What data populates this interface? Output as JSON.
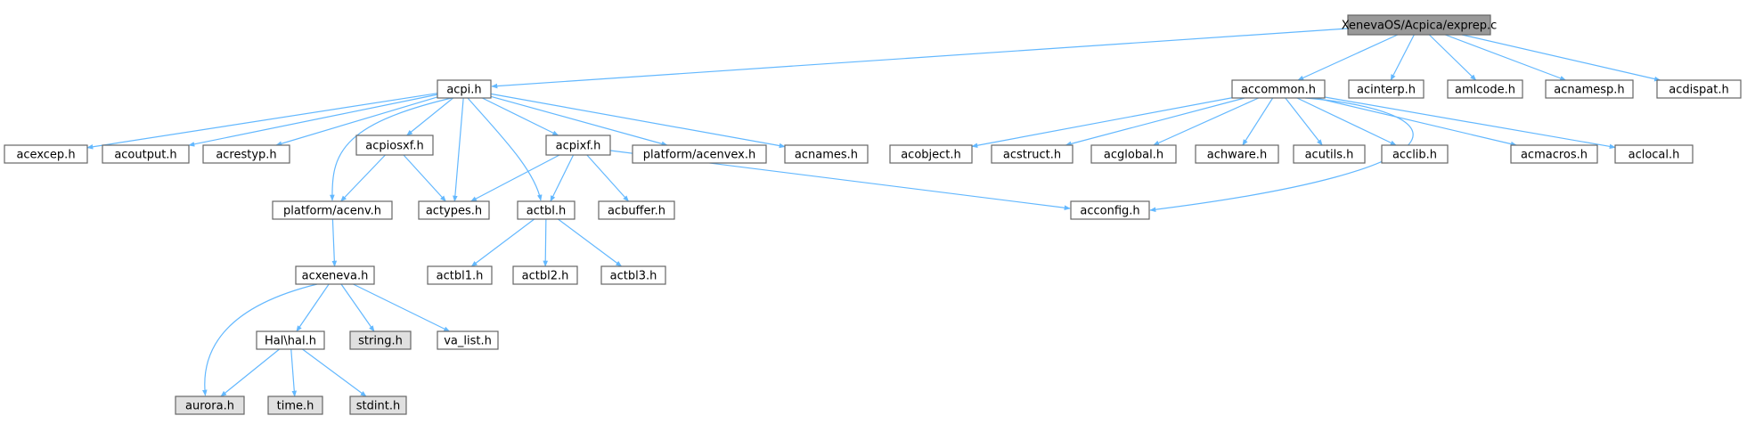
{
  "colors": {
    "edge": "#63b8ff",
    "node_border": "#666666",
    "node_fill": "#ffffff",
    "root_fill": "#999999",
    "system_fill": "#e0e0e0"
  },
  "nodes": [
    {
      "id": "root",
      "label": "XenevaOS/Acpica/exprep.c",
      "kind": "root"
    },
    {
      "id": "acpi",
      "label": "acpi.h",
      "kind": "file"
    },
    {
      "id": "accommon",
      "label": "accommon.h",
      "kind": "file"
    },
    {
      "id": "acinterp",
      "label": "acinterp.h",
      "kind": "file"
    },
    {
      "id": "amlcode",
      "label": "amlcode.h",
      "kind": "file"
    },
    {
      "id": "acnamesp",
      "label": "acnamesp.h",
      "kind": "file"
    },
    {
      "id": "acdispat",
      "label": "acdispat.h",
      "kind": "file"
    },
    {
      "id": "acexcep",
      "label": "acexcep.h",
      "kind": "file"
    },
    {
      "id": "acoutput",
      "label": "acoutput.h",
      "kind": "file"
    },
    {
      "id": "acrestyp",
      "label": "acrestyp.h",
      "kind": "file"
    },
    {
      "id": "acpiosxf",
      "label": "acpiosxf.h",
      "kind": "file"
    },
    {
      "id": "acpixf",
      "label": "acpixf.h",
      "kind": "file"
    },
    {
      "id": "acenvex",
      "label": "platform/acenvex.h",
      "kind": "file"
    },
    {
      "id": "acnames",
      "label": "acnames.h",
      "kind": "file"
    },
    {
      "id": "acobject",
      "label": "acobject.h",
      "kind": "file"
    },
    {
      "id": "acstruct",
      "label": "acstruct.h",
      "kind": "file"
    },
    {
      "id": "acglobal",
      "label": "acglobal.h",
      "kind": "file"
    },
    {
      "id": "achware",
      "label": "achware.h",
      "kind": "file"
    },
    {
      "id": "acutils",
      "label": "acutils.h",
      "kind": "file"
    },
    {
      "id": "acclib",
      "label": "acclib.h",
      "kind": "file"
    },
    {
      "id": "acmacros",
      "label": "acmacros.h",
      "kind": "file"
    },
    {
      "id": "aclocal",
      "label": "aclocal.h",
      "kind": "file"
    },
    {
      "id": "acenv",
      "label": "platform/acenv.h",
      "kind": "file"
    },
    {
      "id": "actypes",
      "label": "actypes.h",
      "kind": "file"
    },
    {
      "id": "actbl",
      "label": "actbl.h",
      "kind": "file"
    },
    {
      "id": "acbuffer",
      "label": "acbuffer.h",
      "kind": "file"
    },
    {
      "id": "acconfig",
      "label": "acconfig.h",
      "kind": "file"
    },
    {
      "id": "acxeneva",
      "label": "acxeneva.h",
      "kind": "file"
    },
    {
      "id": "actbl1",
      "label": "actbl1.h",
      "kind": "file"
    },
    {
      "id": "actbl2",
      "label": "actbl2.h",
      "kind": "file"
    },
    {
      "id": "actbl3",
      "label": "actbl3.h",
      "kind": "file"
    },
    {
      "id": "hal",
      "label": "Hal\\hal.h",
      "kind": "file"
    },
    {
      "id": "string",
      "label": "string.h",
      "kind": "system"
    },
    {
      "id": "va_list",
      "label": "va_list.h",
      "kind": "file"
    },
    {
      "id": "aurora",
      "label": "aurora.h",
      "kind": "system"
    },
    {
      "id": "time",
      "label": "time.h",
      "kind": "system"
    },
    {
      "id": "stdint",
      "label": "stdint.h",
      "kind": "system"
    }
  ],
  "edges": [
    [
      "root",
      "acpi"
    ],
    [
      "root",
      "accommon"
    ],
    [
      "root",
      "acinterp"
    ],
    [
      "root",
      "amlcode"
    ],
    [
      "root",
      "acnamesp"
    ],
    [
      "root",
      "acdispat"
    ],
    [
      "acpi",
      "acexcep"
    ],
    [
      "acpi",
      "acoutput"
    ],
    [
      "acpi",
      "acrestyp"
    ],
    [
      "acpi",
      "acpiosxf"
    ],
    [
      "acpi",
      "acpixf"
    ],
    [
      "acpi",
      "acenvex"
    ],
    [
      "acpi",
      "acnames"
    ],
    [
      "acpi",
      "acenv"
    ],
    [
      "acpi",
      "actypes"
    ],
    [
      "acpi",
      "actbl"
    ],
    [
      "accommon",
      "acobject"
    ],
    [
      "accommon",
      "acstruct"
    ],
    [
      "accommon",
      "acglobal"
    ],
    [
      "accommon",
      "achware"
    ],
    [
      "accommon",
      "acutils"
    ],
    [
      "accommon",
      "acclib"
    ],
    [
      "accommon",
      "acmacros"
    ],
    [
      "accommon",
      "aclocal"
    ],
    [
      "accommon",
      "acconfig"
    ],
    [
      "acpiosxf",
      "acenv"
    ],
    [
      "acpiosxf",
      "actypes"
    ],
    [
      "acpixf",
      "actypes"
    ],
    [
      "acpixf",
      "actbl"
    ],
    [
      "acpixf",
      "acbuffer"
    ],
    [
      "acpixf",
      "acconfig"
    ],
    [
      "acenv",
      "acxeneva"
    ],
    [
      "actbl",
      "actbl1"
    ],
    [
      "actbl",
      "actbl2"
    ],
    [
      "actbl",
      "actbl3"
    ],
    [
      "acxeneva",
      "aurora"
    ],
    [
      "acxeneva",
      "hal"
    ],
    [
      "acxeneva",
      "string"
    ],
    [
      "acxeneva",
      "va_list"
    ],
    [
      "hal",
      "aurora"
    ],
    [
      "hal",
      "time"
    ],
    [
      "hal",
      "stdint"
    ]
  ]
}
